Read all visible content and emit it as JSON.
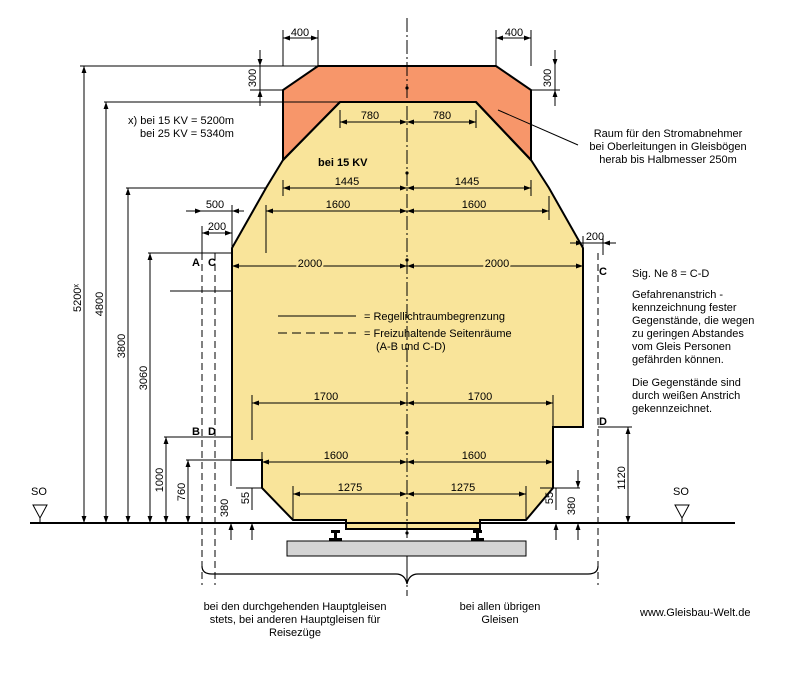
{
  "colors": {
    "profile_fill": "#f9e49a",
    "catenary_fill": "#f7966a",
    "outline": "#000000",
    "sleeper": "#d4d4d4"
  },
  "dimensions": {
    "d400_left": "400",
    "d400_right": "400",
    "d300_left": "300",
    "d300_right": "300",
    "d780_left": "780",
    "d780_right": "780",
    "d1445_left": "1445",
    "d1445_right": "1445",
    "d1600_upper_left": "1600",
    "d1600_upper_right": "1600",
    "d500": "500",
    "d200_left": "200",
    "d200_right": "200",
    "d2000_left": "2000",
    "d2000_right": "2000",
    "d1700_left": "1700",
    "d1700_right": "1700",
    "d1600_lower_left": "1600",
    "d1600_lower_right": "1600",
    "d1275_left": "1275",
    "d1275_right": "1275",
    "h5200": "5200ˣ",
    "h4800": "4800",
    "h3800": "3800",
    "h3060": "3060",
    "h1000": "1000",
    "h760": "760",
    "h380_left": "380",
    "h55_left": "55",
    "h55_right": "55",
    "h380_right": "380",
    "h1120": "1120"
  },
  "labels": {
    "so_left": "SO",
    "so_right": "SO",
    "a": "A",
    "c_left": "C",
    "c_right": "C",
    "b": "B",
    "d_left": "D",
    "d_right": "D",
    "bei_15kv": "bei 15 KV",
    "footnote_line1": "x) bei 15 KV = 5200m",
    "footnote_line2": "bei 25 KV = 5340m"
  },
  "legend": {
    "solid": "= Regellichtraumbegrenzung",
    "dashed_line1": "= Freizuhaltende Seitenräume",
    "dashed_line2": "(A-B und C-D)"
  },
  "note_pantograph": [
    "Raum für den Stromabnehmer",
    "bei Oberleitungen in Gleisbögen",
    "herab bis Halbmesser 250m"
  ],
  "note_signal": {
    "title": "Sig. Ne 8 = C-D",
    "para1": [
      "Gefahrenanstrich -",
      "kennzeichnung fester",
      "Gegenstände, die wegen",
      "zu geringen Abstandes",
      "vom Gleis Personen",
      "gefährden können."
    ],
    "para2": [
      "Die Gegenstände sind",
      "durch weißen Anstrich",
      "gekennzeichnet."
    ]
  },
  "bottom": {
    "left": [
      "bei den durchgehenden Hauptgleisen",
      "stets, bei anderen Hauptgleisen für",
      "Reisezüge"
    ],
    "right": [
      "bei allen übrigen",
      "Gleisen"
    ]
  },
  "website": "www.Gleisbau-Welt.de"
}
